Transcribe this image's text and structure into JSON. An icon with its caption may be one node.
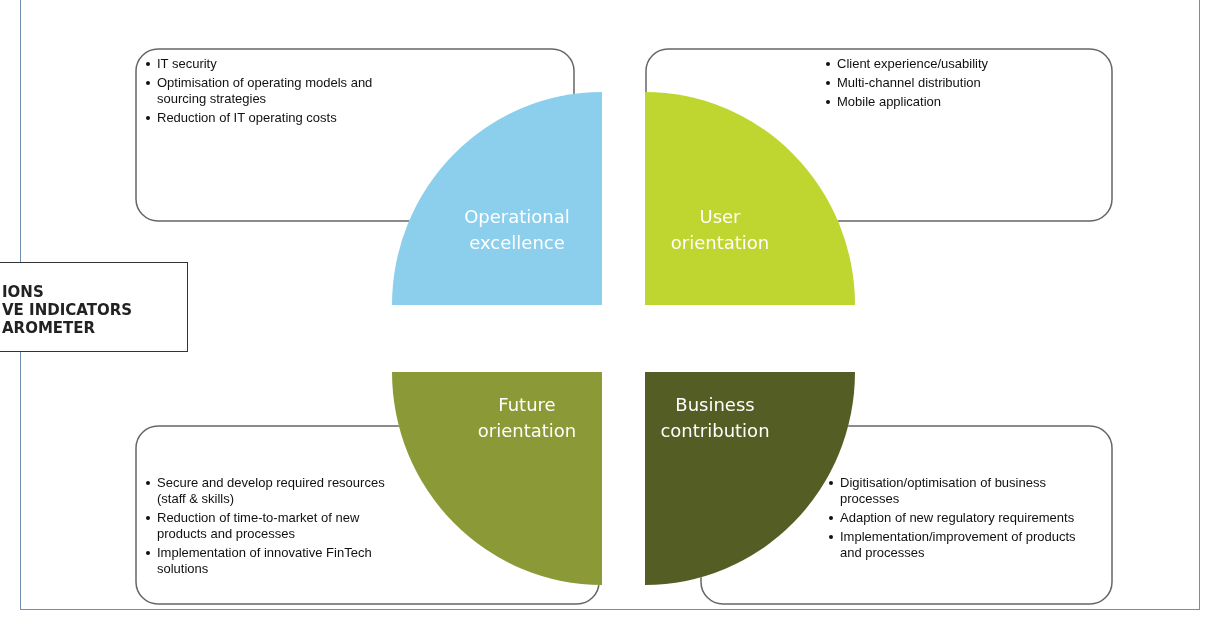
{
  "diagram": {
    "nodes": [
      {
        "text": [
          "IT security",
          "Optimisation of operating models and sourcing strategies",
          "Reduction of IT operating costs"
        ]
      },
      {
        "text": [
          "Client experience/usability",
          "Multi-channel distribution",
          "Mobile application"
        ]
      },
      {
        "text": [
          "IONS",
          "VE INDICATORS",
          "AROMETER"
        ]
      },
      {
        "text": [
          "Operational excellence"
        ]
      },
      {
        "text": [
          "User orientation"
        ]
      },
      {
        "text": [
          "Future orientation"
        ]
      },
      {
        "text": [
          "Business contribution"
        ]
      },
      {
        "text": [
          "Secure and develop required resources (staff & skills)",
          "Reduction of time-to-market of new products and processes",
          "Implementation of innovative FinTech solutions"
        ]
      },
      {
        "text": [
          "Digitisation/optimisation of business processes",
          "Adaption of new regulatory requirements",
          "Implementation/improvement of products and processes"
        ]
      }
    ]
  }
}
